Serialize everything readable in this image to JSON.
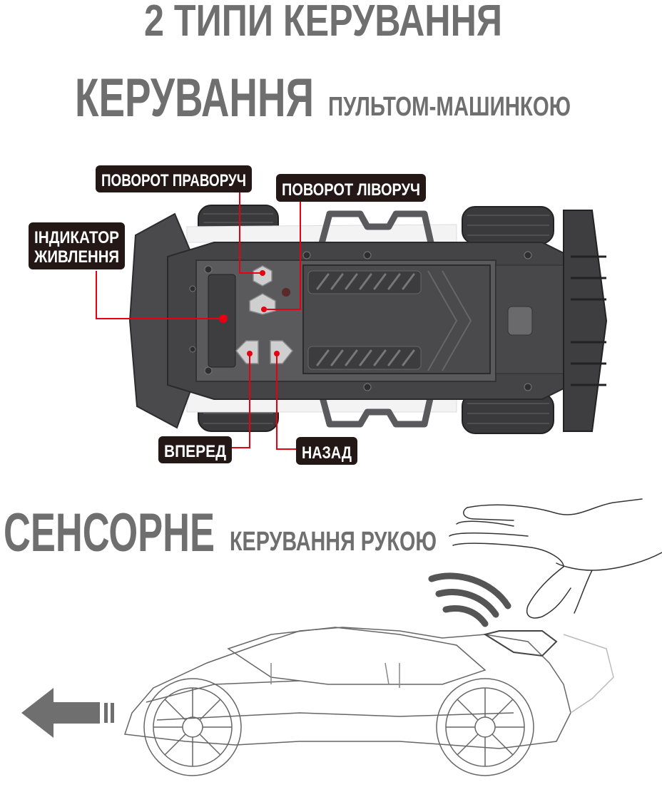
{
  "header": {
    "title": "2 ТИПИ КЕРУВАННЯ"
  },
  "remote_section": {
    "heading": "КЕРУВАННЯ",
    "subheading": "ПУЛЬТОМ-МАШИНКОЮ",
    "labels": {
      "turn_right": "ПОВОРОТ ПРАВОРУЧ",
      "turn_left": "ПОВОРОТ ЛІВОРУЧ",
      "power_indicator_line1": "ІНДИКАТОР",
      "power_indicator_line2": "ЖИВЛЕННЯ",
      "forward": "ВПЕРЕД",
      "backward": "НАЗАД"
    }
  },
  "gesture_section": {
    "heading": "СЕНСОРНЕ",
    "subheading": "КЕРУВАННЯ РУКОЮ"
  },
  "colors": {
    "title_gray": "#6f6f6f",
    "label_bg": "#231815",
    "pointer_red": "#e60012",
    "car_body": "#4a4a4c"
  }
}
